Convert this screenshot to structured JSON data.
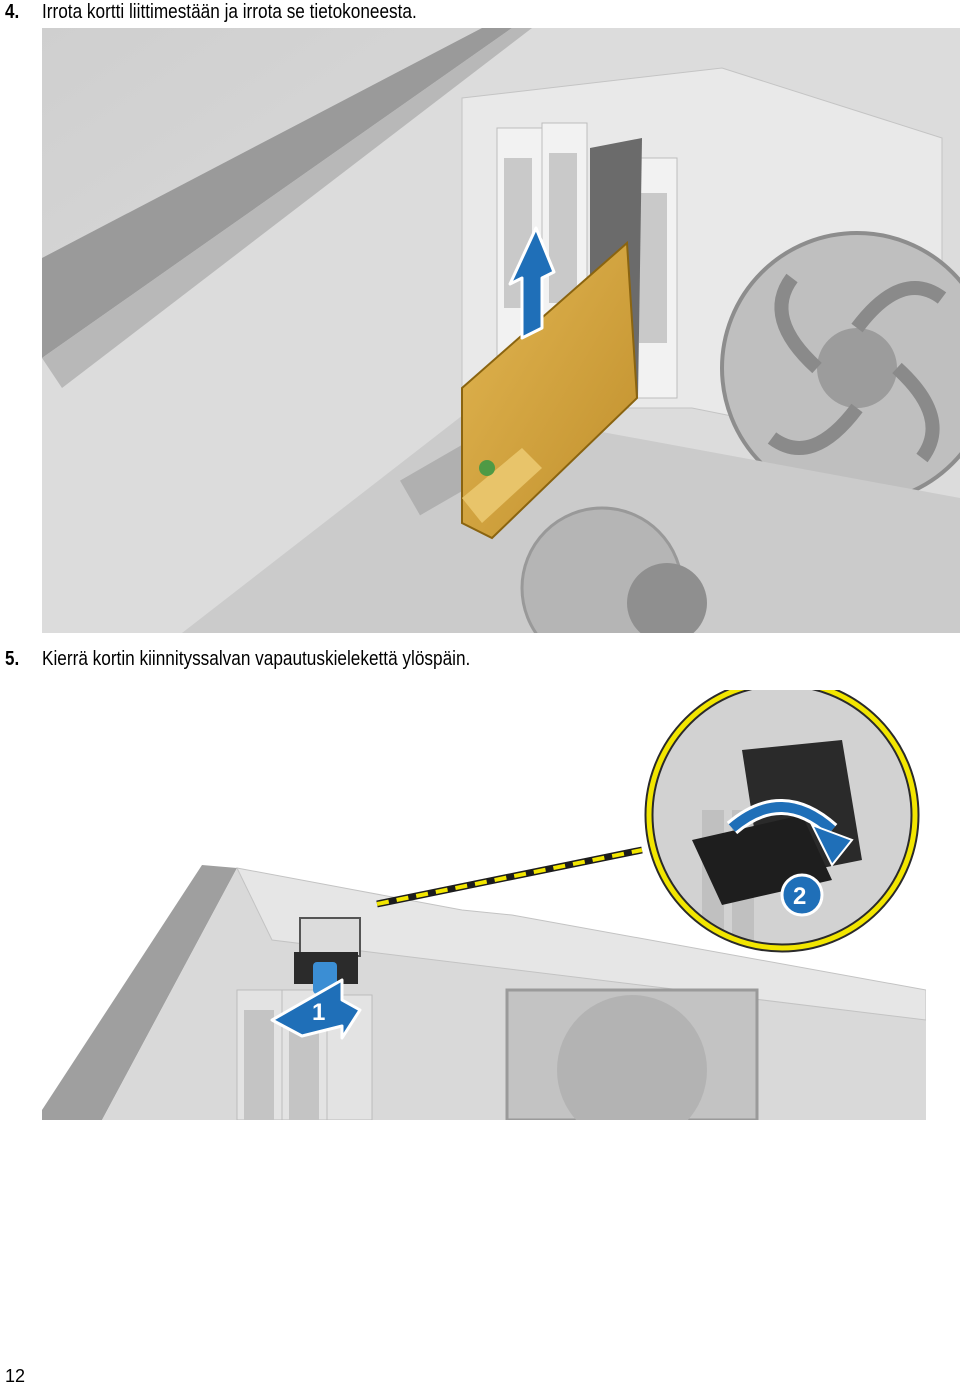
{
  "steps": [
    {
      "number": "4.",
      "text": "Irrota kortti liittimestään ja irrota se tietokoneesta."
    },
    {
      "number": "5.",
      "text": "Kierrä kortin kiinnityssalvan vapautuskielekettä ylöspäin."
    }
  ],
  "figure1": {
    "icon": "arrow-up-icon",
    "card_label": "",
    "colors": {
      "arrow": "#1f6fb8",
      "card": "#d6a53c"
    }
  },
  "figure2": {
    "callout_1": "1",
    "callout_2": "2",
    "colors": {
      "arrow": "#1f6fb8",
      "magnifier_ring": "#f2e600"
    }
  },
  "page_number": "12"
}
